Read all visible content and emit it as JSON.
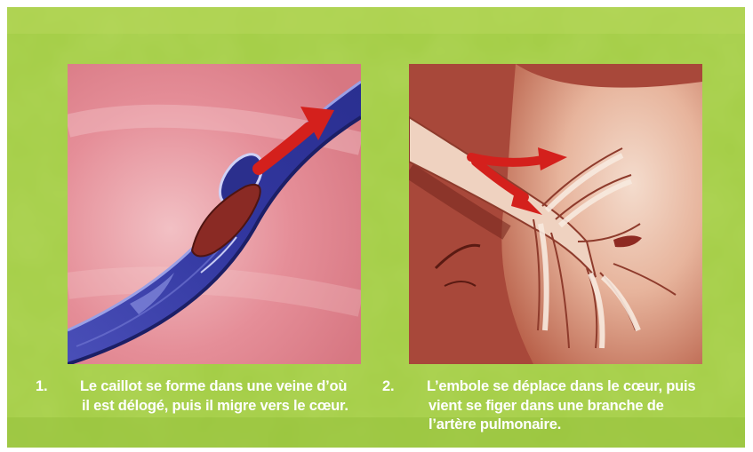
{
  "captions": [
    {
      "number": "1.",
      "text": "Le caillot se forme dans une veine d’où il est délogé, puis il migre vers le cœur."
    },
    {
      "number": "2.",
      "text": "L’embole se déplace dans le cœur, puis vient se figer dans une branche de l’artère pulmonaire."
    }
  ],
  "colors": {
    "background_green": "#9cc93a",
    "vein_blue": "#3b3fa6",
    "vein_edge": "#1f2270",
    "clot_red": "#8e2a22",
    "tissue_pink": "#e69aa2",
    "heart_tissue": "#c86a4f",
    "artery_cream": "#f1d8c6",
    "arrow_red": "#d4201c"
  },
  "panels": [
    {
      "subject": "vein-with-clot-illustration"
    },
    {
      "subject": "pulmonary-artery-embolus-illustration"
    }
  ]
}
